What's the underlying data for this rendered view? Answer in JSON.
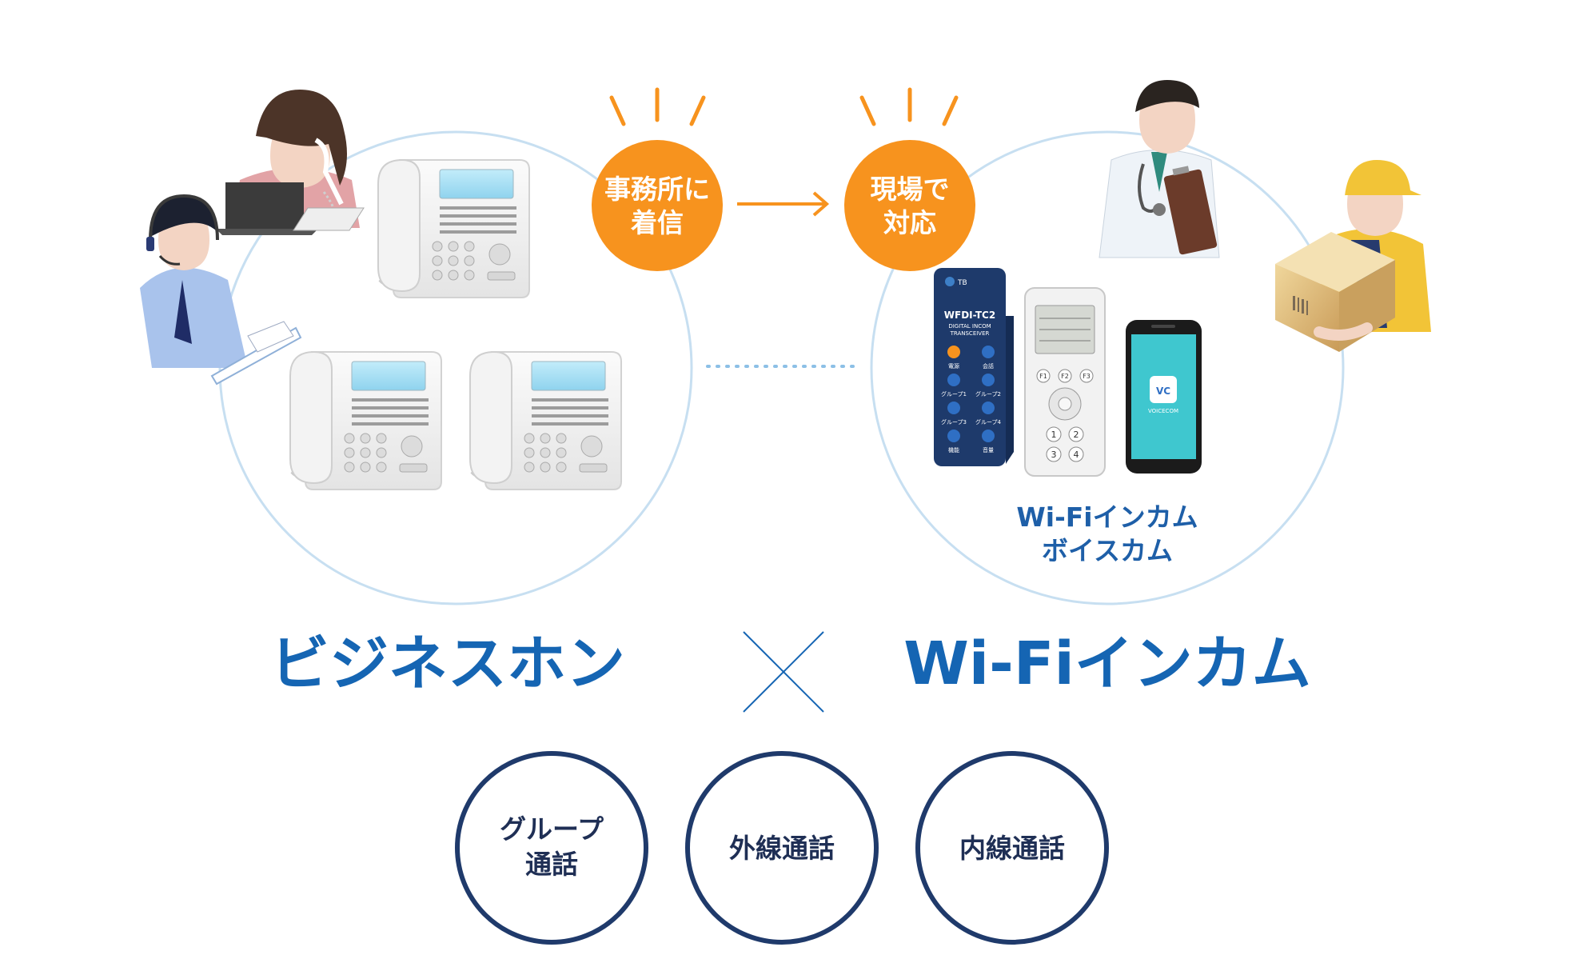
{
  "callouts": {
    "office": [
      "事務所に",
      "着信"
    ],
    "site": [
      "現場で",
      "対応"
    ]
  },
  "device_label": [
    "Wi-Fiインカム",
    "ボイスカム"
  ],
  "titles": {
    "left": "ビジネスホン",
    "right": "Wi-Fiインカム"
  },
  "features": [
    [
      "グループ",
      "通話"
    ],
    [
      "外線通話"
    ],
    [
      "内線通話"
    ]
  ],
  "devices": {
    "transceiver_model": "WFDI-TC2",
    "transceiver_subtitle": [
      "DIGITAL INCOM",
      "TRANSCEIVER"
    ],
    "transceiver_buttons": [
      "電源",
      "会話",
      "グループ1",
      "グループ2",
      "グループ3",
      "グループ4",
      "機能",
      "音量"
    ],
    "remote_keys": [
      "F1",
      "F2",
      "F3",
      "1",
      "2",
      "3",
      "4"
    ],
    "app_name": "VOICECOM",
    "app_icon": "VC"
  },
  "colors": {
    "accent_orange": "#f7931e",
    "brand_blue": "#1565b3",
    "circle_outline": "#c7dff1",
    "feature_ring": "#1f3a6b"
  },
  "icons": [
    "woman-phone-laptop",
    "man-headset-laptop",
    "business-phone",
    "doctor-clipboard",
    "delivery-worker-box",
    "arrow-right",
    "cross-x"
  ]
}
